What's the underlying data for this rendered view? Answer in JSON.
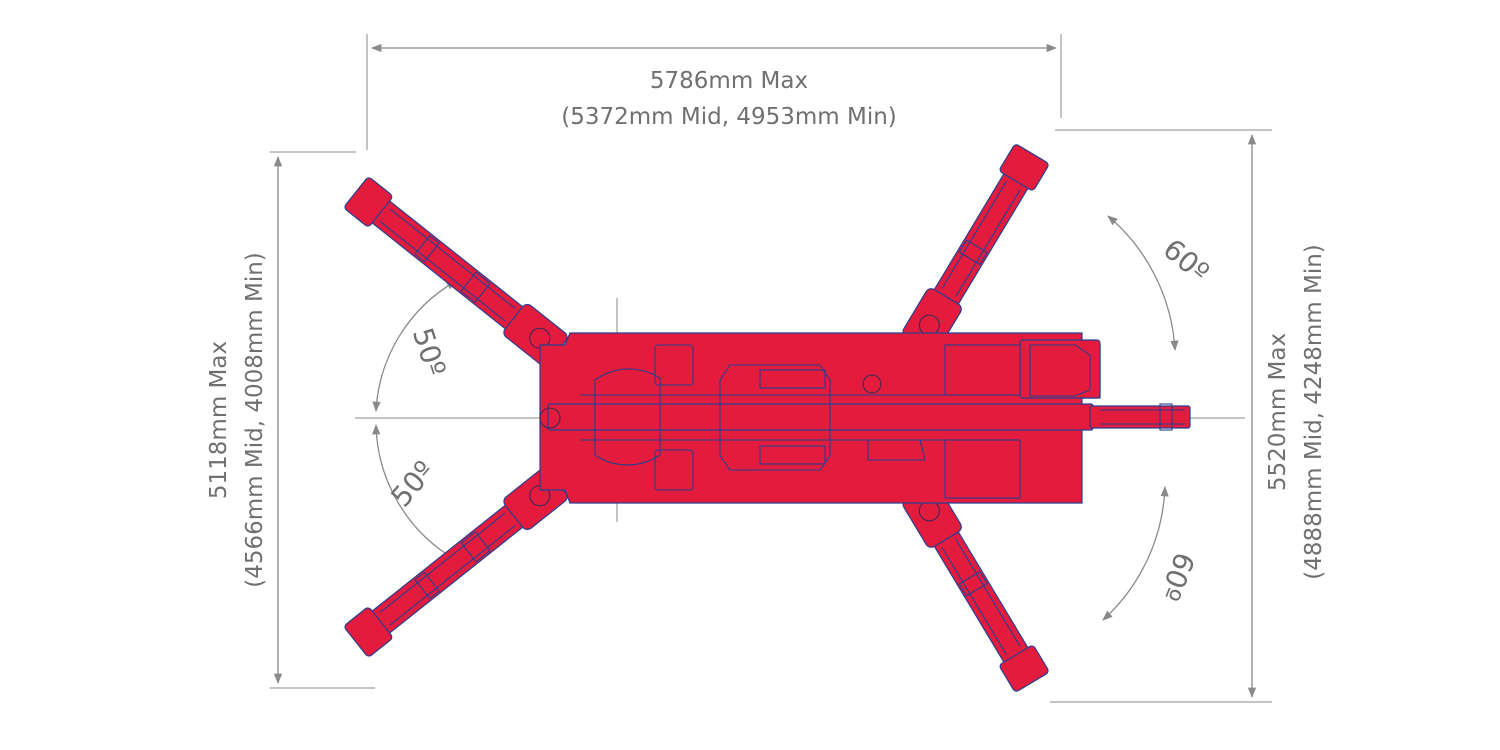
{
  "dimensions": {
    "width_top": {
      "max": "5786mm Max",
      "sub": "(5372mm Mid, 4953mm Min)"
    },
    "height_left": {
      "max": "5118mm Max",
      "sub": "(4566mm Mid, 4008mm Min)"
    },
    "height_right": {
      "max": "5520mm Max",
      "sub": "(4888mm Mid, 4248mm Min)"
    }
  },
  "angles": {
    "upper_left": "50º",
    "lower_left": "50º",
    "upper_right": "60º",
    "lower_right": "60º"
  },
  "colors": {
    "machine_body": "#e31b3c",
    "outline": "#2a3f8f",
    "dimension_lines": "#8a8a8a",
    "text": "#707070"
  }
}
